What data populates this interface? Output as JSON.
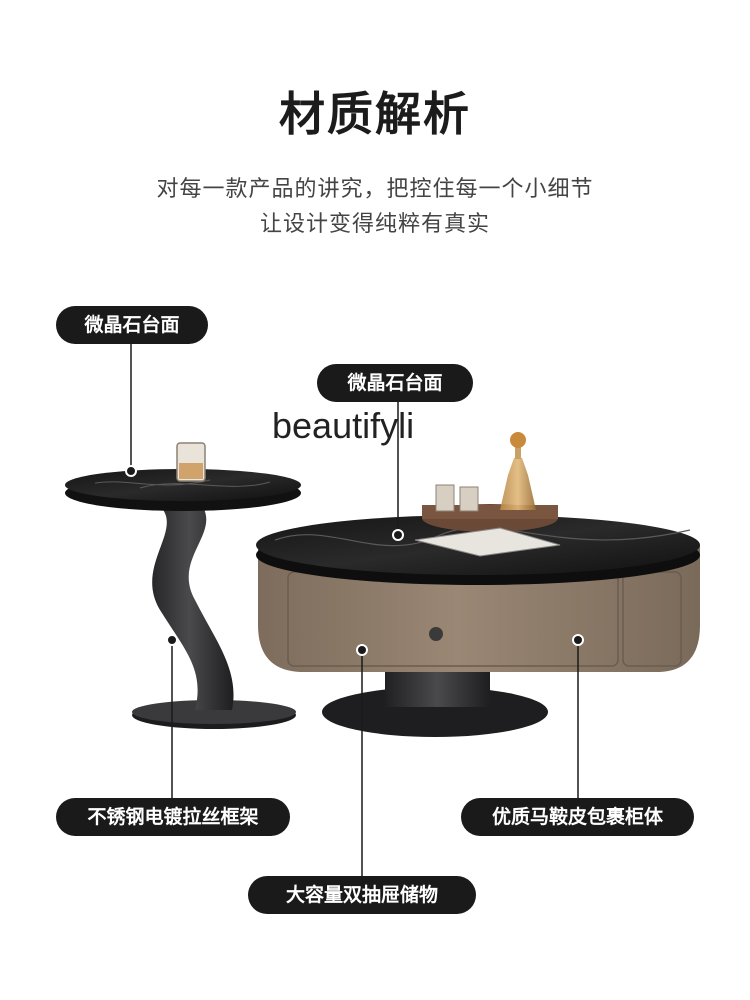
{
  "header": {
    "title": "材质解析",
    "subtitle_line1": "对每一款产品的讲究，把控住每一个小细节",
    "subtitle_line2": "让设计变得纯粹有真实"
  },
  "watermark": "beautifyli",
  "callouts": {
    "side_table_top": "微晶石台面",
    "coffee_table_top": "微晶石台面",
    "frame": "不锈钢电镀拉丝框架",
    "cabinet": "优质马鞍皮包裹柜体",
    "drawer": "大容量双抽屉储物"
  },
  "colors": {
    "label_background": "#1a1a1a",
    "label_text": "#ffffff",
    "leather": "#8a7866",
    "marble": "#1e1e1e",
    "metal": "#2e2e30"
  }
}
